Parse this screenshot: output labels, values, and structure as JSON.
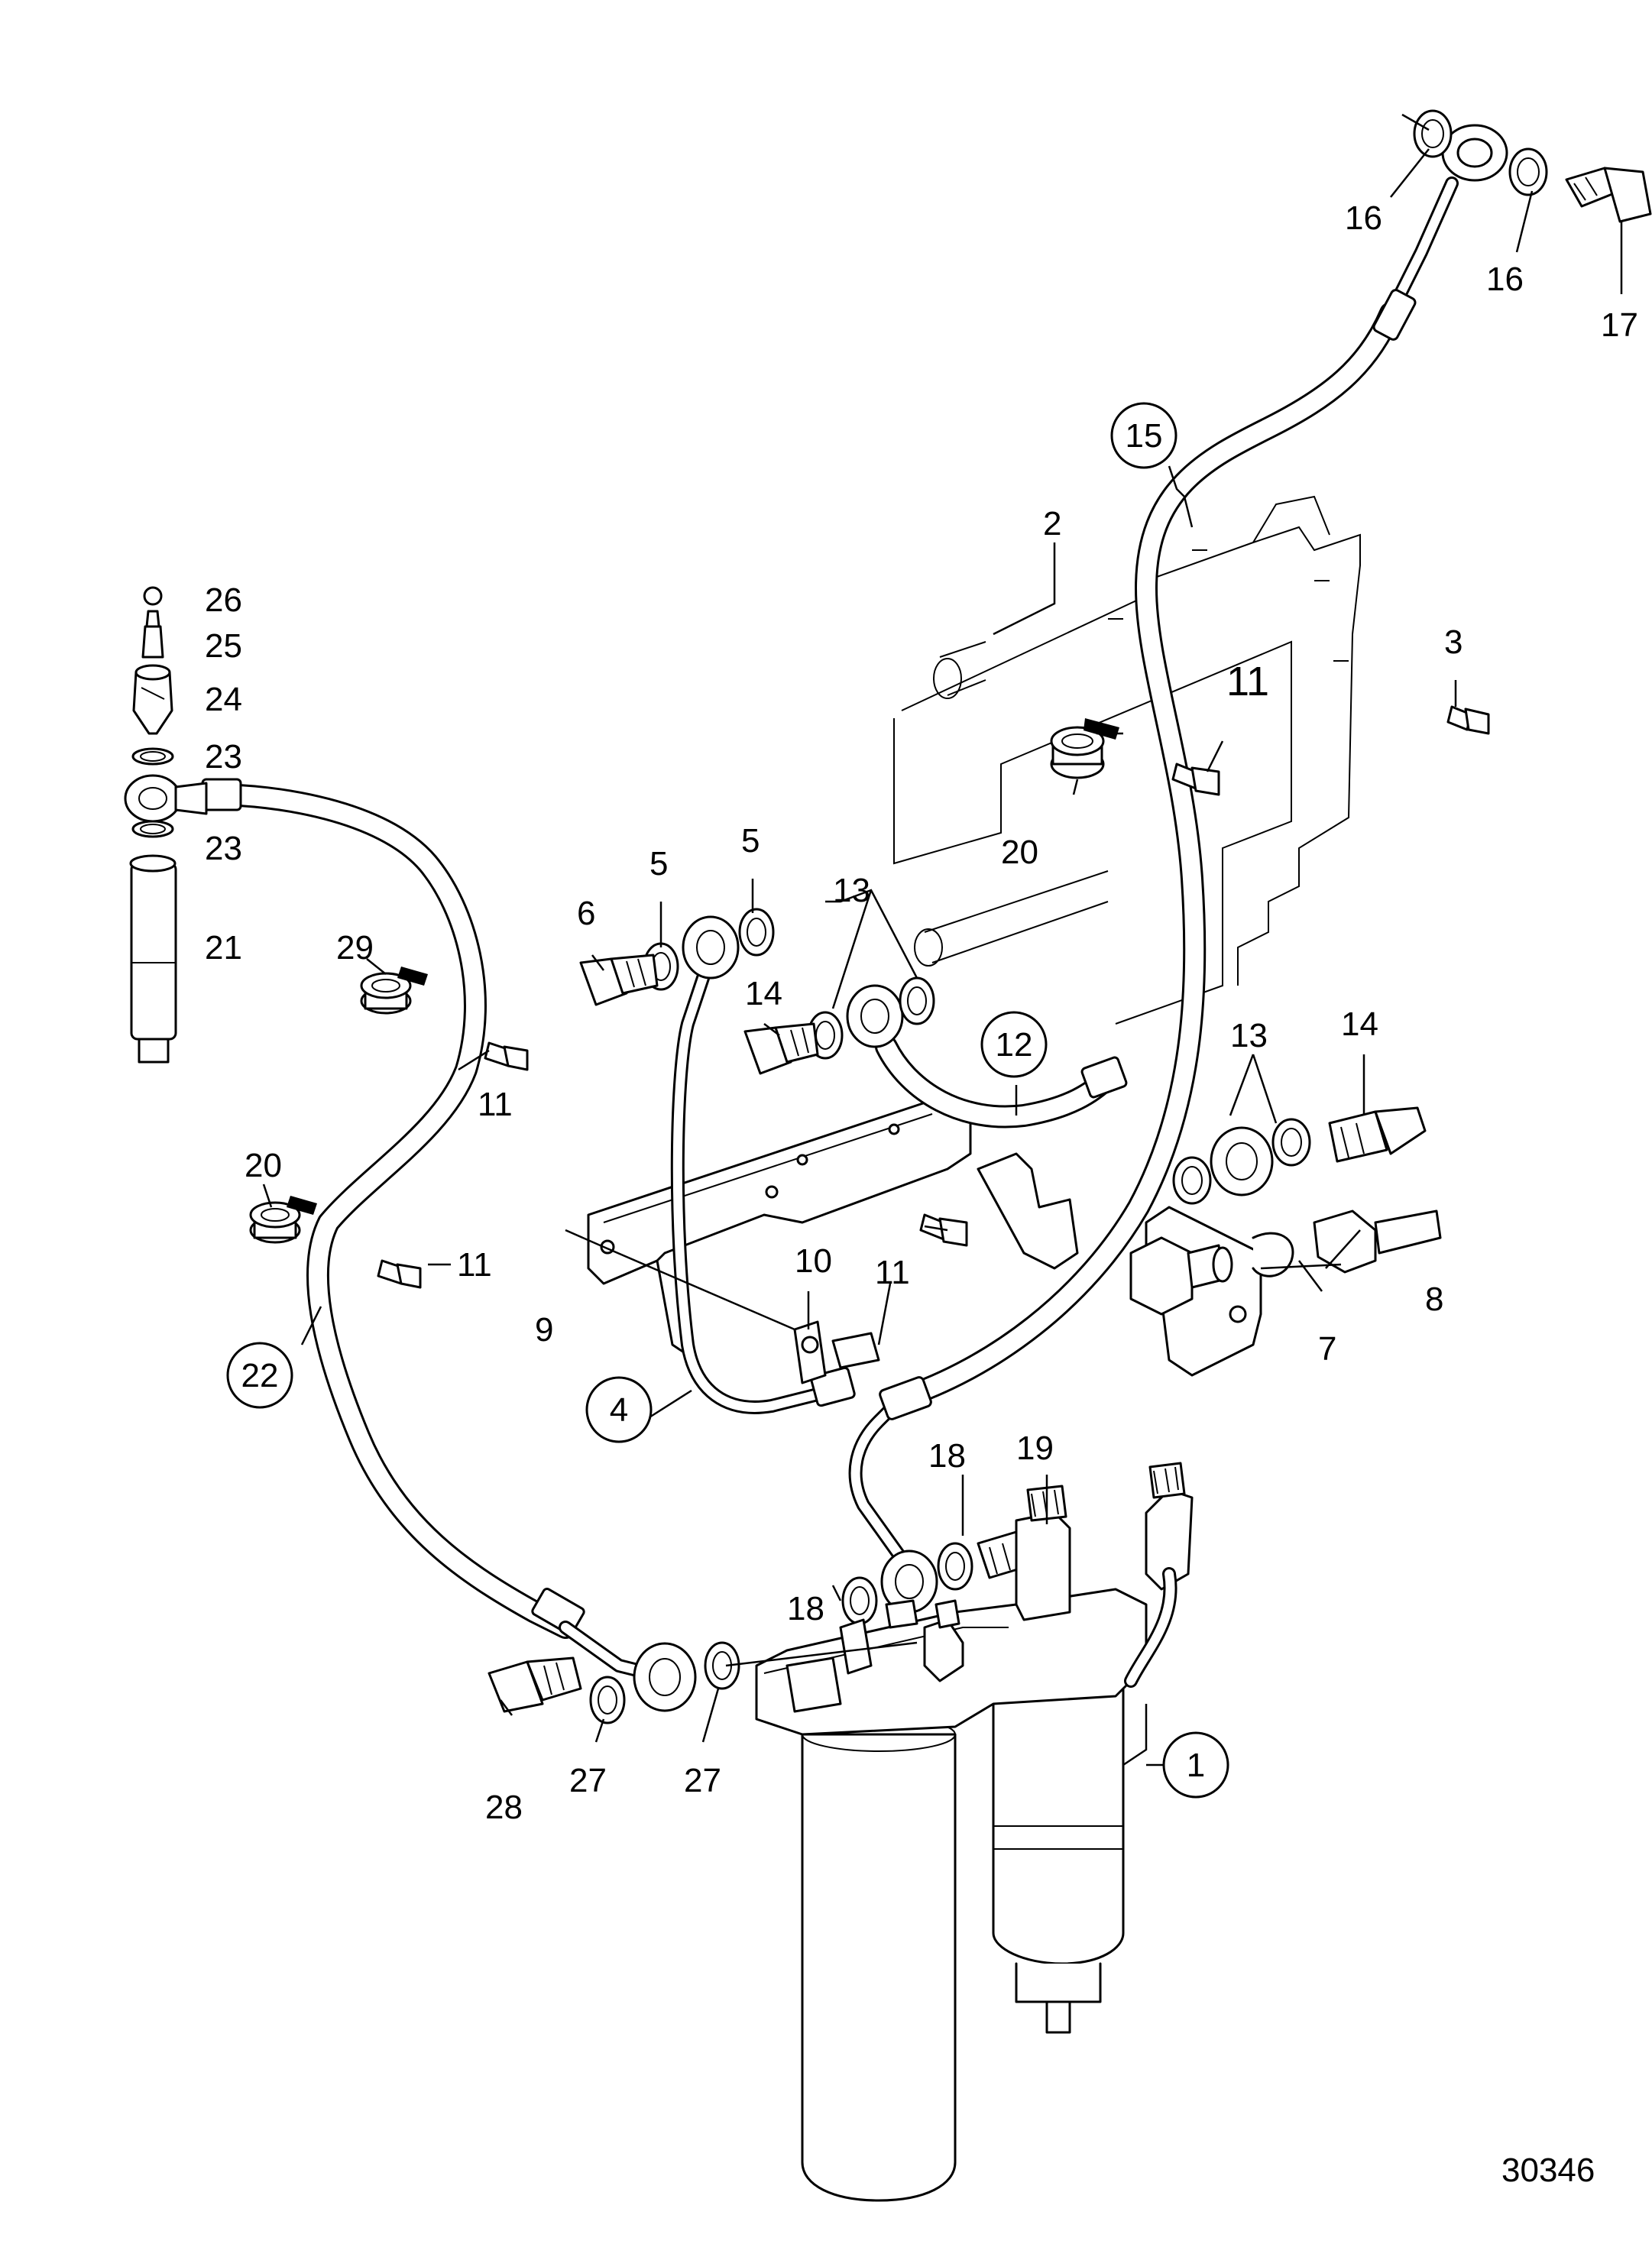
{
  "figure_id": "30346",
  "callouts": {
    "c1": "1",
    "c2": "2",
    "c3": "3",
    "c4": "4",
    "c5a": "5",
    "c5b": "5",
    "c6": "6",
    "c7": "7",
    "c8": "8",
    "c9": "9",
    "c10": "10",
    "c11_top": "11",
    "c11_left_upper": "11",
    "c11_left_lower": "11",
    "c11_center": "11",
    "c12": "12",
    "c13_left": "13",
    "c13_right": "13",
    "c14_left": "14",
    "c14_right": "14",
    "c15": "15",
    "c16a": "16",
    "c16b": "16",
    "c17": "17",
    "c18a": "18",
    "c18b": "18",
    "c19": "19",
    "c20_right": "20",
    "c20_left": "20",
    "c21": "21",
    "c22": "22",
    "c23a": "23",
    "c23b": "23",
    "c24": "24",
    "c25": "25",
    "c26": "26",
    "c27a": "27",
    "c27b": "27",
    "c28": "28",
    "c29": "29"
  }
}
